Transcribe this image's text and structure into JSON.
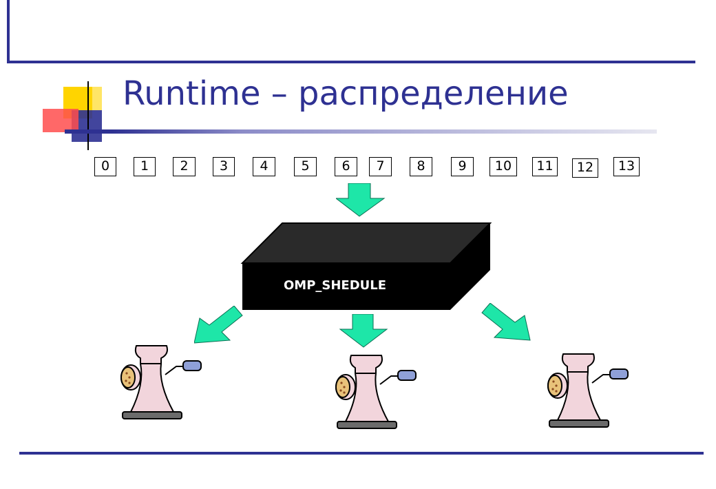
{
  "slide": {
    "title": "Runtime – распределение"
  },
  "iteration_cells": [
    "0",
    "1",
    "2",
    "3",
    "4",
    "5",
    "6",
    "7",
    "8",
    "9",
    "10",
    "11",
    "12",
    "13"
  ],
  "scheduler": {
    "label": "OMP_SHEDULE"
  },
  "workers": [
    {
      "icon": "meat-grinder-icon"
    },
    {
      "icon": "meat-grinder-icon"
    },
    {
      "icon": "meat-grinder-icon"
    }
  ],
  "colors": {
    "accent": "#2e3192",
    "arrow": "#1ee6a8",
    "box": "#000000",
    "grinder_body": "#f2d5dc",
    "grinder_handle": "#8fa0d8"
  }
}
